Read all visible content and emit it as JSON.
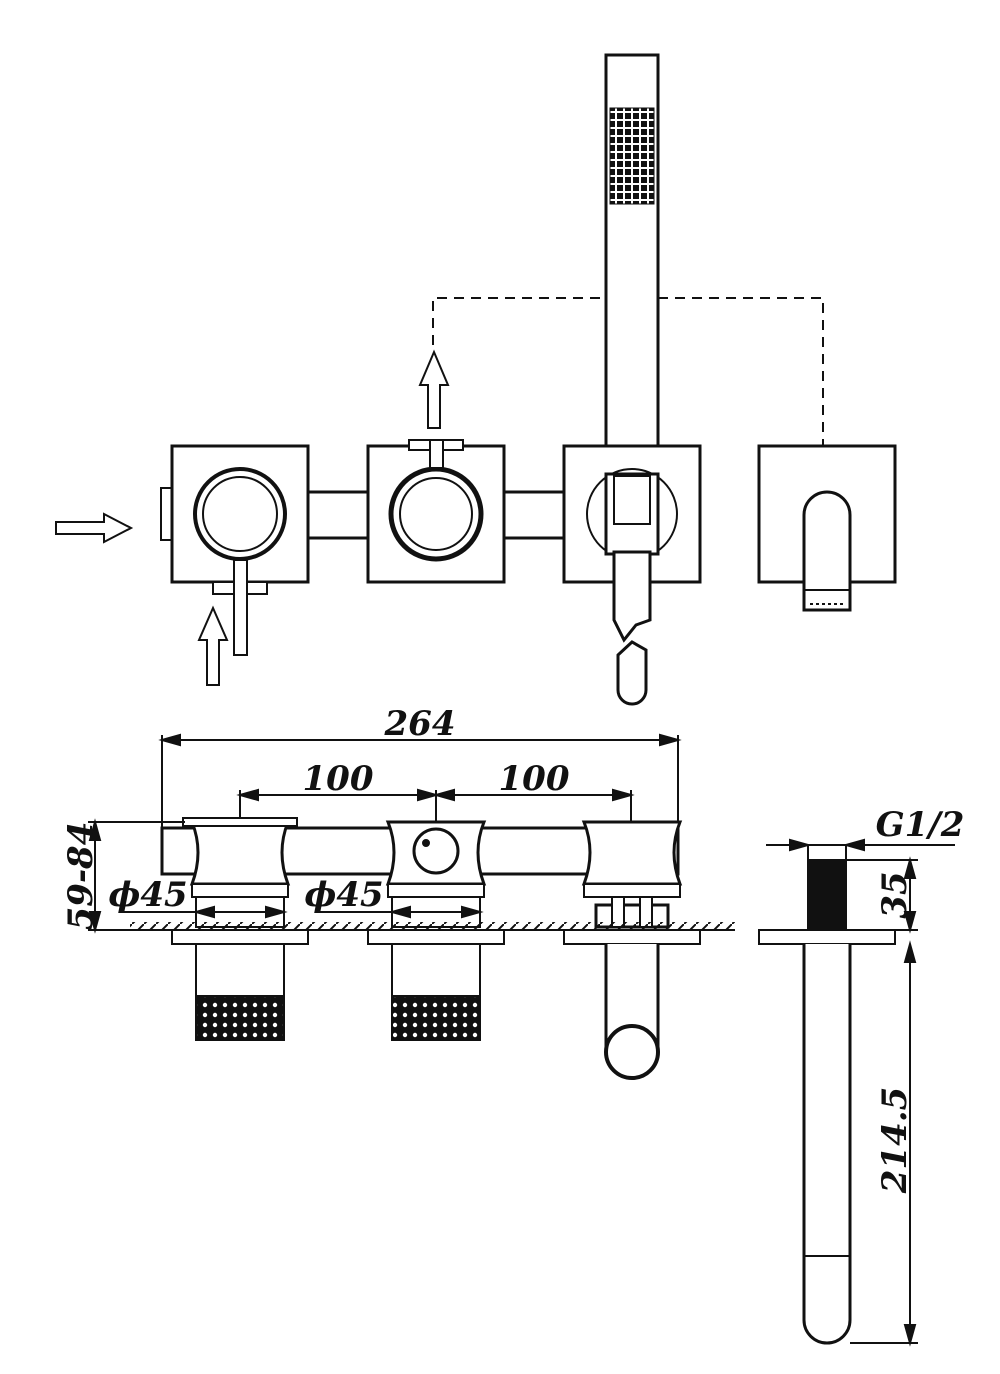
{
  "dimensions": {
    "overall_width": "264",
    "spacing_left": "100",
    "spacing_right": "100",
    "depth_range": "59-84",
    "handle_dia_left": "ϕ45",
    "handle_dia_mid": "ϕ45",
    "thread": "G1/2",
    "outlet_height": "35",
    "spout_length": "214.5"
  },
  "colors": {
    "line": "#111111",
    "background": "#ffffff"
  }
}
